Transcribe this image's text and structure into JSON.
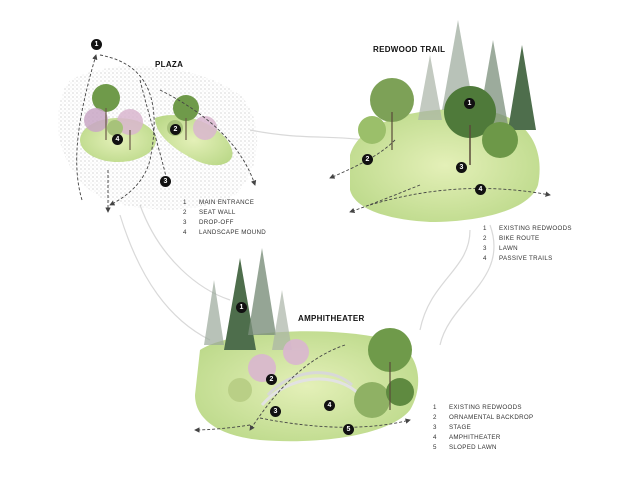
{
  "zones": {
    "plaza": {
      "title": "PLAZA",
      "legend": [
        {
          "num": "1",
          "label": "MAIN ENTRANCE"
        },
        {
          "num": "2",
          "label": "SEAT WALL"
        },
        {
          "num": "3",
          "label": "DROP-OFF"
        },
        {
          "num": "4",
          "label": "LANDSCAPE MOUND"
        }
      ],
      "markers": [
        "1",
        "2",
        "3",
        "4"
      ]
    },
    "redwood_trail": {
      "title": "REDWOOD TRAIL",
      "legend": [
        {
          "num": "1",
          "label": "EXISTING REDWOODS"
        },
        {
          "num": "2",
          "label": "BIKE ROUTE"
        },
        {
          "num": "3",
          "label": "LAWN"
        },
        {
          "num": "4",
          "label": "PASSIVE TRAILS"
        }
      ],
      "markers": [
        "1",
        "2",
        "3",
        "4"
      ]
    },
    "amphitheater": {
      "title": "AMPHITHEATER",
      "legend": [
        {
          "num": "1",
          "label": "EXISTING REDWOODS"
        },
        {
          "num": "2",
          "label": "ORNAMENTAL BACKDROP"
        },
        {
          "num": "3",
          "label": "STAGE"
        },
        {
          "num": "4",
          "label": "AMPHITHEATER"
        },
        {
          "num": "5",
          "label": "SLOPED LAWN"
        }
      ],
      "markers": [
        "1",
        "2",
        "3",
        "4",
        "5"
      ]
    }
  },
  "colors": {
    "lawn": "#cfe39a",
    "tree": "#6f9a4a",
    "redwood": "#3f6a3c",
    "blossom": "#d9a9c8",
    "marker": "#111111",
    "path": "#444444"
  }
}
